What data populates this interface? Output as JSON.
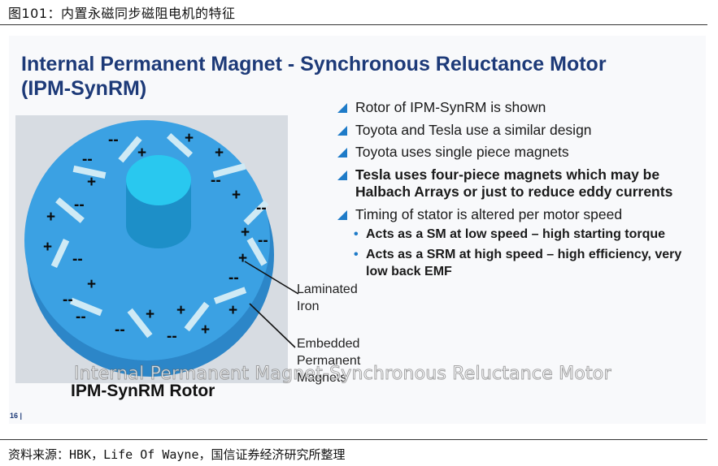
{
  "figure_caption": "图101：内置永磁同步磁阻电机的特征",
  "source": "资料来源：HBK，Life Of Wayne，国信证券经济研究所整理",
  "slide": {
    "title_line1": "Internal Permanent Magnet - Synchronous Reluctance Motor",
    "title_line2": "(IPM-SynRM)",
    "bullets": [
      "Rotor of IPM-SynRM is shown",
      "Toyota and Tesla use a similar design",
      "Toyota uses single piece magnets",
      "Tesla uses four-piece magnets which may be Halbach Arrays or just to reduce eddy currents",
      "Timing of stator is altered per motor speed"
    ],
    "sub_bullets": [
      "Acts as a SM at low speed – high starting torque",
      "Acts as a SRM at high speed – high efficiency, very low back EMF"
    ],
    "labels": {
      "laminated_line1": "Laminated",
      "laminated_line2": "Iron",
      "embedded_line1": "Embedded",
      "embedded_line2": "Permanent",
      "embedded_line3": "Magnets"
    },
    "rotor_caption": "IPM-SynRM Rotor",
    "page_number": "16",
    "watermark": "Internal Permanent Magnet-Synchronous Reluctance Motor"
  },
  "colors": {
    "title": "#1d3a78",
    "bullet_marker": "#1e7bc8",
    "rotor_face": "#3ba1e3",
    "rotor_side": "#2c86c8",
    "shaft_top": "#29c8ef",
    "magnet": "#cfeaf5"
  }
}
